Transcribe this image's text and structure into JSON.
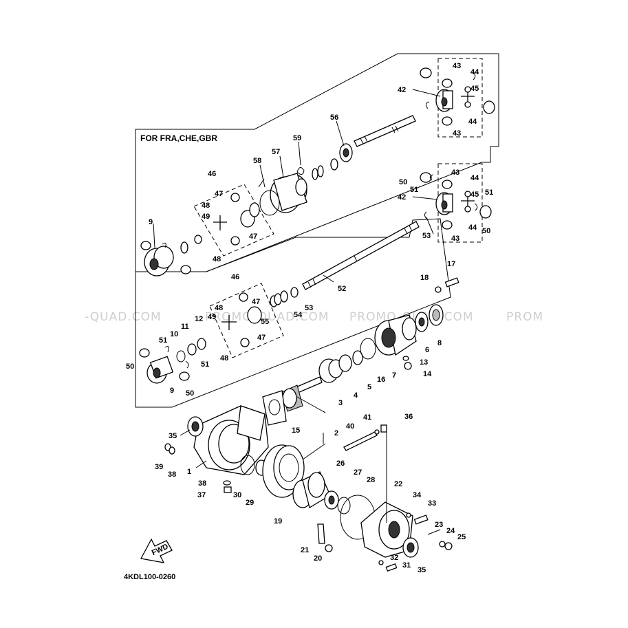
{
  "variant_label": "FOR FRA,CHE,GBR",
  "diagram_code": "4KDL100-0260",
  "fwd_label": "FWD",
  "watermarks": [
    "-QUAD.COM",
    "PROMO-QUAD.COM",
    "PROMO-QUAD.COM",
    "PROM"
  ],
  "callouts": [
    {
      "id": "c1",
      "text": "1"
    },
    {
      "id": "c2",
      "text": "2"
    },
    {
      "id": "c3",
      "text": "3"
    },
    {
      "id": "c4",
      "text": "4"
    },
    {
      "id": "c5",
      "text": "5"
    },
    {
      "id": "c6",
      "text": "6"
    },
    {
      "id": "c7",
      "text": "7"
    },
    {
      "id": "c8",
      "text": "8"
    },
    {
      "id": "c9a",
      "text": "9"
    },
    {
      "id": "c9b",
      "text": "9"
    },
    {
      "id": "c10",
      "text": "10"
    },
    {
      "id": "c11",
      "text": "11"
    },
    {
      "id": "c12",
      "text": "12"
    },
    {
      "id": "c13",
      "text": "13"
    },
    {
      "id": "c14",
      "text": "14"
    },
    {
      "id": "c15",
      "text": "15"
    },
    {
      "id": "c16",
      "text": "16"
    },
    {
      "id": "c17",
      "text": "17"
    },
    {
      "id": "c18",
      "text": "18"
    },
    {
      "id": "c19",
      "text": "19"
    },
    {
      "id": "c20",
      "text": "20"
    },
    {
      "id": "c21",
      "text": "21"
    },
    {
      "id": "c22",
      "text": "22"
    },
    {
      "id": "c23",
      "text": "23"
    },
    {
      "id": "c24",
      "text": "24"
    },
    {
      "id": "c25",
      "text": "25"
    },
    {
      "id": "c26",
      "text": "26"
    },
    {
      "id": "c27",
      "text": "27"
    },
    {
      "id": "c28",
      "text": "28"
    },
    {
      "id": "c29",
      "text": "29"
    },
    {
      "id": "c30",
      "text": "30"
    },
    {
      "id": "c31",
      "text": "31"
    },
    {
      "id": "c32",
      "text": "32"
    },
    {
      "id": "c33",
      "text": "33"
    },
    {
      "id": "c34",
      "text": "34"
    },
    {
      "id": "c35a",
      "text": "35"
    },
    {
      "id": "c35b",
      "text": "35"
    },
    {
      "id": "c36",
      "text": "36"
    },
    {
      "id": "c37",
      "text": "37"
    },
    {
      "id": "c38a",
      "text": "38"
    },
    {
      "id": "c38b",
      "text": "38"
    },
    {
      "id": "c39",
      "text": "39"
    },
    {
      "id": "c40",
      "text": "40"
    },
    {
      "id": "c41",
      "text": "41"
    },
    {
      "id": "c42a",
      "text": "42"
    },
    {
      "id": "c42b",
      "text": "42"
    },
    {
      "id": "c43a",
      "text": "43"
    },
    {
      "id": "c43b",
      "text": "43"
    },
    {
      "id": "c43c",
      "text": "43"
    },
    {
      "id": "c43d",
      "text": "43"
    },
    {
      "id": "c44a",
      "text": "44"
    },
    {
      "id": "c44b",
      "text": "44"
    },
    {
      "id": "c44c",
      "text": "44"
    },
    {
      "id": "c44d",
      "text": "44"
    },
    {
      "id": "c45a",
      "text": "45"
    },
    {
      "id": "c45b",
      "text": "45"
    },
    {
      "id": "c46a",
      "text": "46"
    },
    {
      "id": "c46b",
      "text": "46"
    },
    {
      "id": "c47a",
      "text": "47"
    },
    {
      "id": "c47b",
      "text": "47"
    },
    {
      "id": "c47c",
      "text": "47"
    },
    {
      "id": "c47d",
      "text": "47"
    },
    {
      "id": "c48a",
      "text": "48"
    },
    {
      "id": "c48b",
      "text": "48"
    },
    {
      "id": "c48c",
      "text": "48"
    },
    {
      "id": "c48d",
      "text": "48"
    },
    {
      "id": "c49a",
      "text": "49"
    },
    {
      "id": "c49b",
      "text": "49"
    },
    {
      "id": "c50a",
      "text": "50"
    },
    {
      "id": "c50b",
      "text": "50"
    },
    {
      "id": "c50c",
      "text": "50"
    },
    {
      "id": "c50d",
      "text": "50"
    },
    {
      "id": "c51a",
      "text": "51"
    },
    {
      "id": "c51b",
      "text": "51"
    },
    {
      "id": "c51c",
      "text": "51"
    },
    {
      "id": "c51d",
      "text": "51"
    },
    {
      "id": "c52",
      "text": "52"
    },
    {
      "id": "c53a",
      "text": "53"
    },
    {
      "id": "c53b",
      "text": "53"
    },
    {
      "id": "c54",
      "text": "54"
    },
    {
      "id": "c55",
      "text": "55"
    },
    {
      "id": "c56",
      "text": "56"
    },
    {
      "id": "c57",
      "text": "57"
    },
    {
      "id": "c58",
      "text": "58"
    },
    {
      "id": "c59",
      "text": "59"
    }
  ]
}
